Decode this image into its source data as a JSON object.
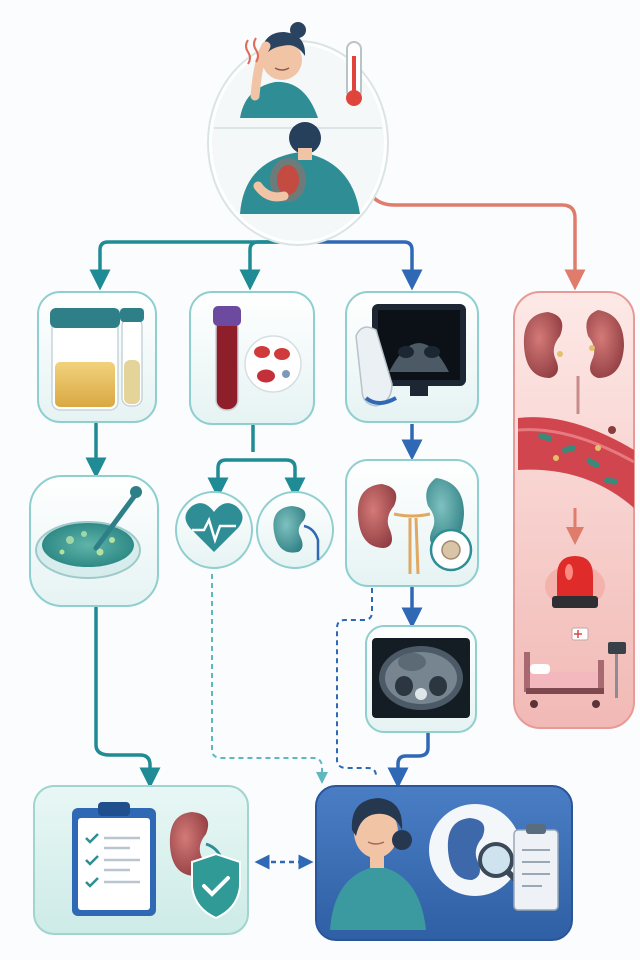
{
  "flow": {
    "start": {
      "label": "",
      "icons": [
        "headache-icon",
        "fever-thermometer-icon",
        "flank-pain-icon"
      ]
    },
    "branches": [
      {
        "id": "urine",
        "steps": [
          "urine-sample-icon",
          "urine-culture-petri-dish-icon"
        ],
        "outcome": "outpatient-treatment"
      },
      {
        "id": "blood",
        "steps": [
          "blood-sample-icon",
          "heart-rate-icon",
          "kidney-function-icon"
        ],
        "outcome": "specialist-review"
      },
      {
        "id": "imaging",
        "steps": [
          "ultrasound-icon",
          "kidney-stone-comparison-icon",
          "ct-scan-icon"
        ],
        "outcome": "specialist-review"
      },
      {
        "id": "urgent",
        "steps": [
          "infected-kidneys-icon",
          "bacteria-in-bloodstream-icon",
          "alarm-siren-icon",
          "hospital-bed-icon"
        ],
        "outcome": ""
      }
    ],
    "outcomes": [
      {
        "id": "outpatient-treatment",
        "icons": [
          "checklist-clipboard-icon",
          "protected-kidney-shield-icon"
        ]
      },
      {
        "id": "specialist-review",
        "icons": [
          "patient-portrait-icon",
          "kidney-magnifier-icon",
          "report-clipboard-icon"
        ]
      }
    ]
  },
  "colors": {
    "teal": "#1f8b94",
    "blue": "#2f68b4",
    "coral": "#e07c6c",
    "card_teal": "#e3f4f2",
    "card_blue": "#3c6fb5",
    "card_red": "#f3c9c6"
  }
}
